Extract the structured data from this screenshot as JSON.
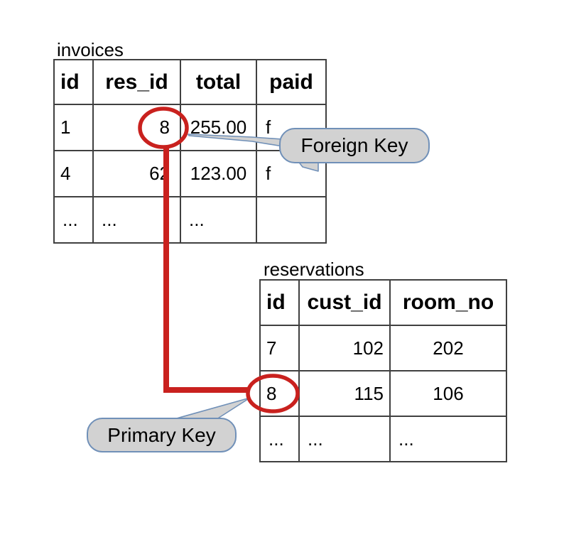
{
  "tables": {
    "invoices": {
      "title": "invoices",
      "headers": [
        "id",
        "res_id",
        "total",
        "paid"
      ],
      "rows": [
        [
          "1",
          "8",
          "255.00",
          "f"
        ],
        [
          "4",
          "62",
          "123.00",
          "f"
        ],
        [
          "...",
          "...",
          "...",
          ""
        ]
      ]
    },
    "reservations": {
      "title": "reservations",
      "headers": [
        "id",
        "cust_id",
        "room_no"
      ],
      "rows": [
        [
          "7",
          "102",
          "202"
        ],
        [
          "8",
          "115",
          "106"
        ],
        [
          "...",
          "...",
          "..."
        ]
      ]
    }
  },
  "callouts": {
    "foreign_key": {
      "label": "Foreign Key"
    },
    "primary_key": {
      "label": "Primary Key"
    }
  },
  "annotation": {
    "circled_foreign_key_value": "8",
    "circled_primary_key_value": "8"
  },
  "colors": {
    "annotation_red": "#c9211e",
    "callout_fill": "#d2d2d2",
    "callout_border": "#7090b8",
    "table_border": "#404040",
    "text": "#000000",
    "background": "#ffffff"
  }
}
